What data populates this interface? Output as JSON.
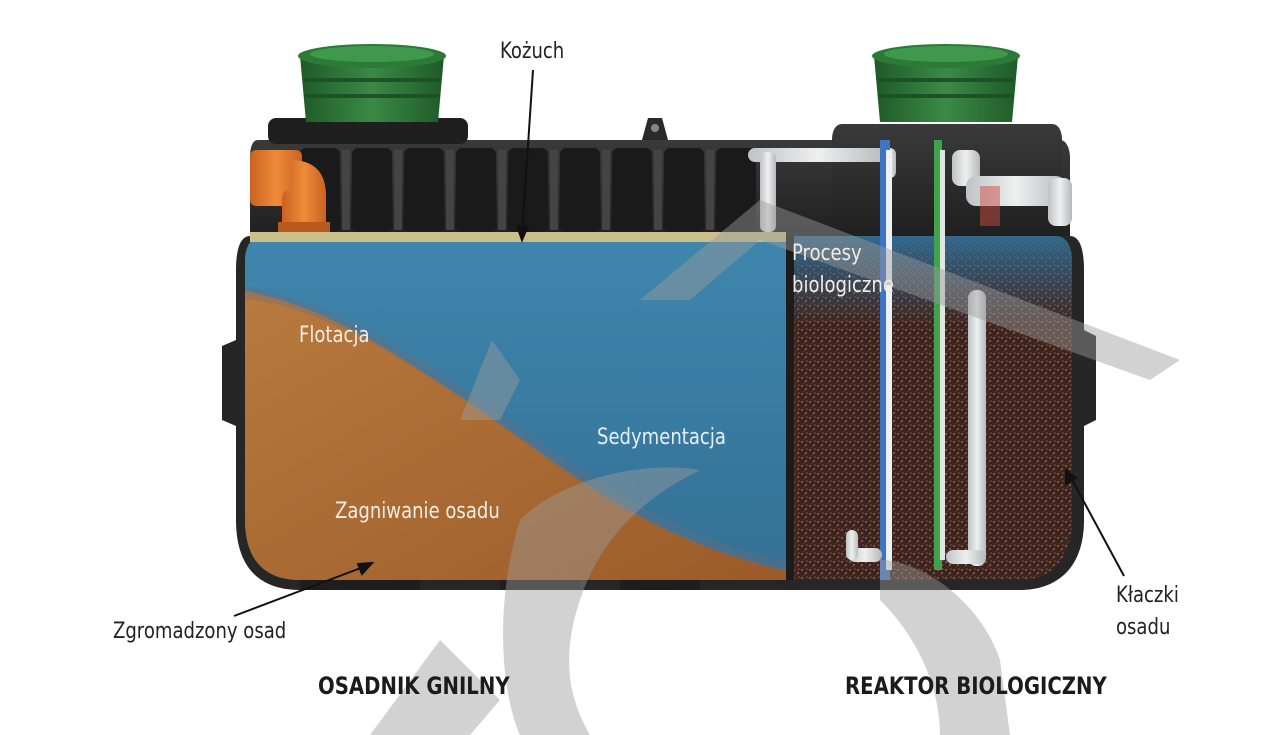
{
  "labels": {
    "kozuch": "Kożuch",
    "flotacja": "Flotacja",
    "sedymentacja": "Sedymentacja",
    "zagniwanie": "Zagniwanie osadu",
    "zgromadzony": "Zgromadzony osad",
    "procesy_line1": "Procesy",
    "procesy_line2": "biologiczne",
    "klaczki_line1": "Kłaczki",
    "klaczki_line2": "osadu"
  },
  "sections": {
    "left_title": "OSADNIK GNILNY",
    "right_title": "REAKTOR BIOLOGICZNY"
  },
  "colors": {
    "water": "#3d7fa6",
    "sludge": "#a8672e",
    "tank_body": "#2b2b2b",
    "lid": "#2f7a3a",
    "inlet_pipe": "#e07a2e",
    "pipe_white": "#d9dcdc",
    "blue_pipe": "#3f73c6",
    "green_pipe": "#3fa34d",
    "bio_media": "#4a3026",
    "scum": "#c9c08a",
    "watermark": "#cfcfcf"
  }
}
